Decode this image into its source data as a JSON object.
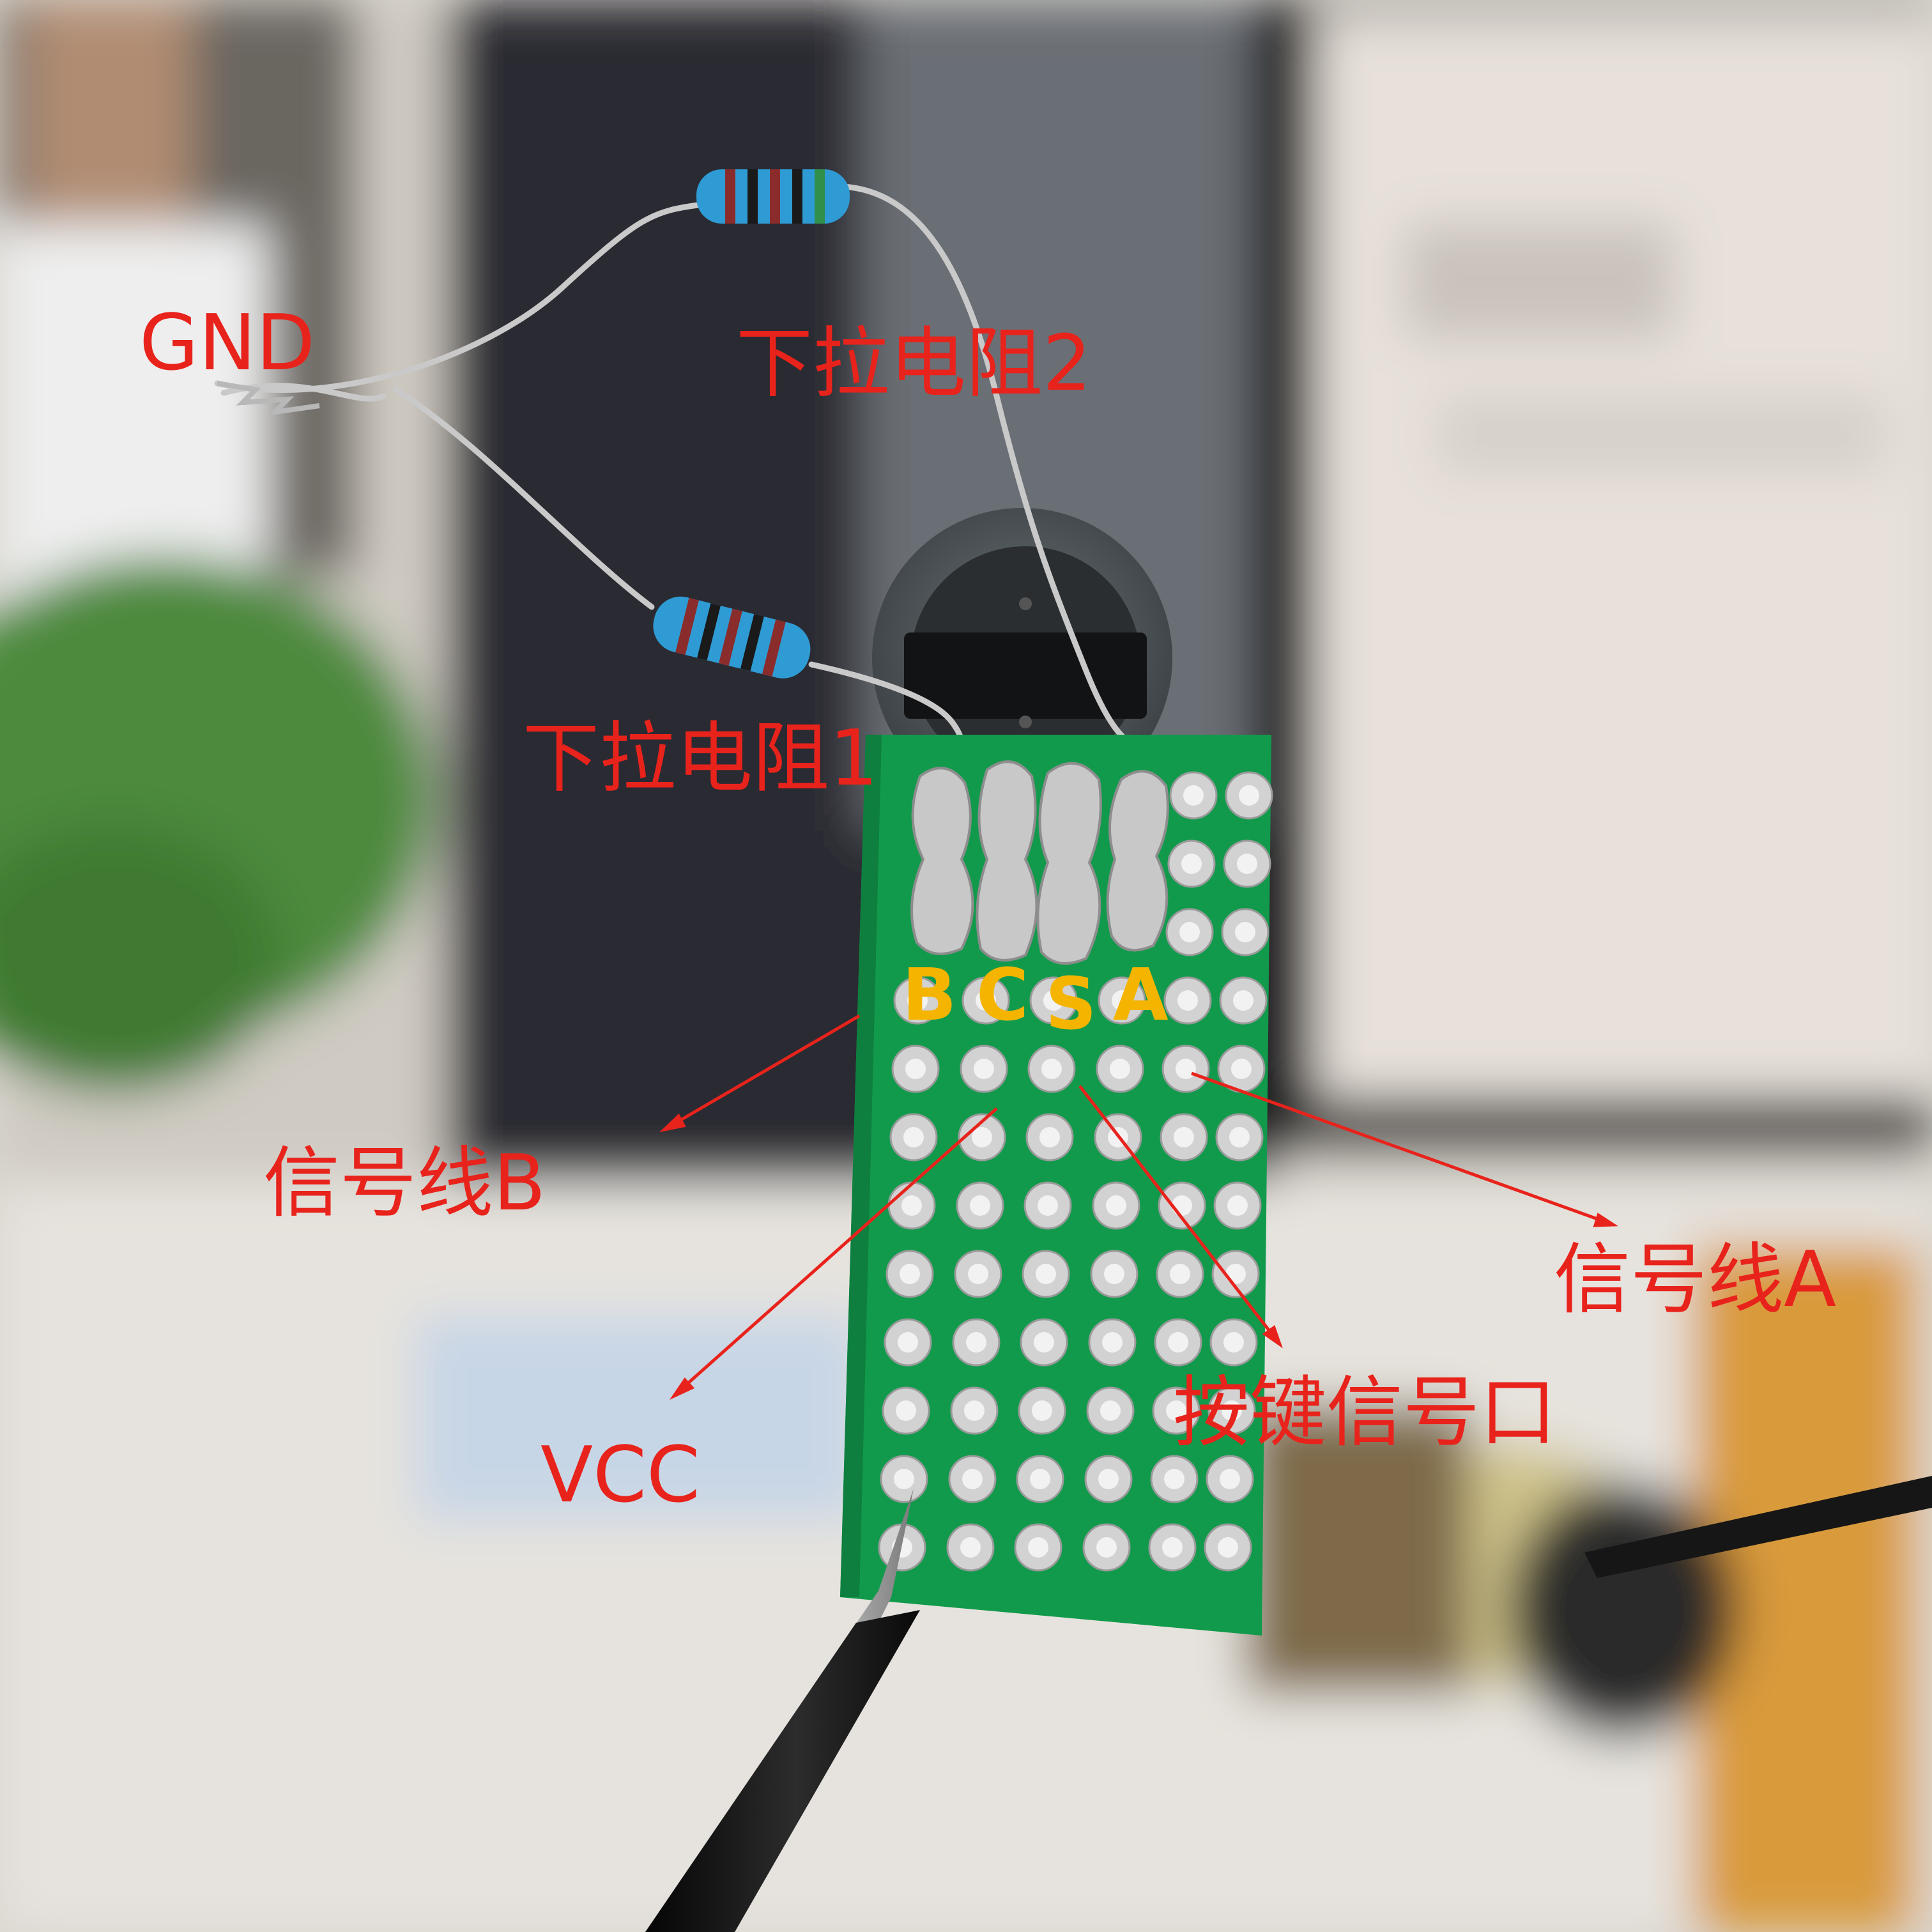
{
  "colors": {
    "annotation": "#e8231c",
    "pin_label": "#f5b400",
    "pcb": "#129a4c"
  },
  "annotations": {
    "gnd": "GND",
    "pulldown_resistor_2": "下拉电阻2",
    "pulldown_resistor_1": "下拉电阻1",
    "signal_line_b": "信号线B",
    "signal_line_a": "信号线A",
    "vcc": "VCC",
    "button_signal_port": "按键信号口"
  },
  "pin_labels": {
    "b": "B",
    "c": "C",
    "s": "S",
    "a": "A"
  }
}
